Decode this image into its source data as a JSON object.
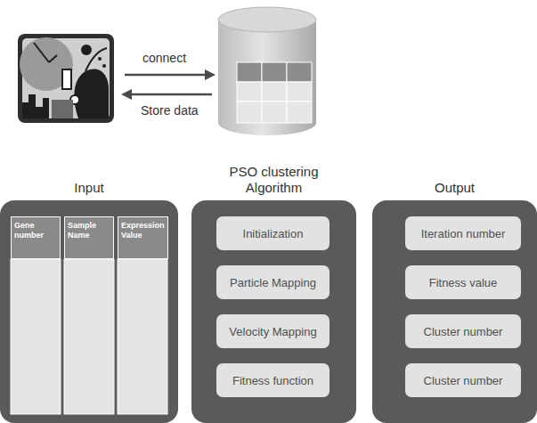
{
  "diagram": {
    "nodes": [
      {
        "text": [
          "Input"
        ]
      },
      {
        "text": [
          "PSO clustering Algorithm"
        ]
      },
      {
        "text": [
          "Output"
        ]
      },
      {
        "text": [
          "Gene number"
        ],
        "in": 0
      },
      {
        "text": [
          "Sample Name"
        ],
        "in": 0
      },
      {
        "text": [
          "Expression Value"
        ],
        "in": 0
      },
      {
        "text": [
          "Initialization"
        ],
        "in": 1
      },
      {
        "text": [
          "Particle Mapping"
        ],
        "in": 1
      },
      {
        "text": [
          "Velocity Mapping"
        ],
        "in": 1
      },
      {
        "text": [
          "Fitness function"
        ],
        "in": 1
      },
      {
        "text": [
          "Iteration number"
        ],
        "in": 2
      },
      {
        "text": [
          "Fitness value"
        ],
        "in": 2
      },
      {
        "text": [
          "Cluster number"
        ],
        "in": 2
      },
      {
        "text": [
          "Cluster number"
        ],
        "in": 2
      }
    ],
    "labels": [
      "connect",
      "Store data"
    ]
  }
}
